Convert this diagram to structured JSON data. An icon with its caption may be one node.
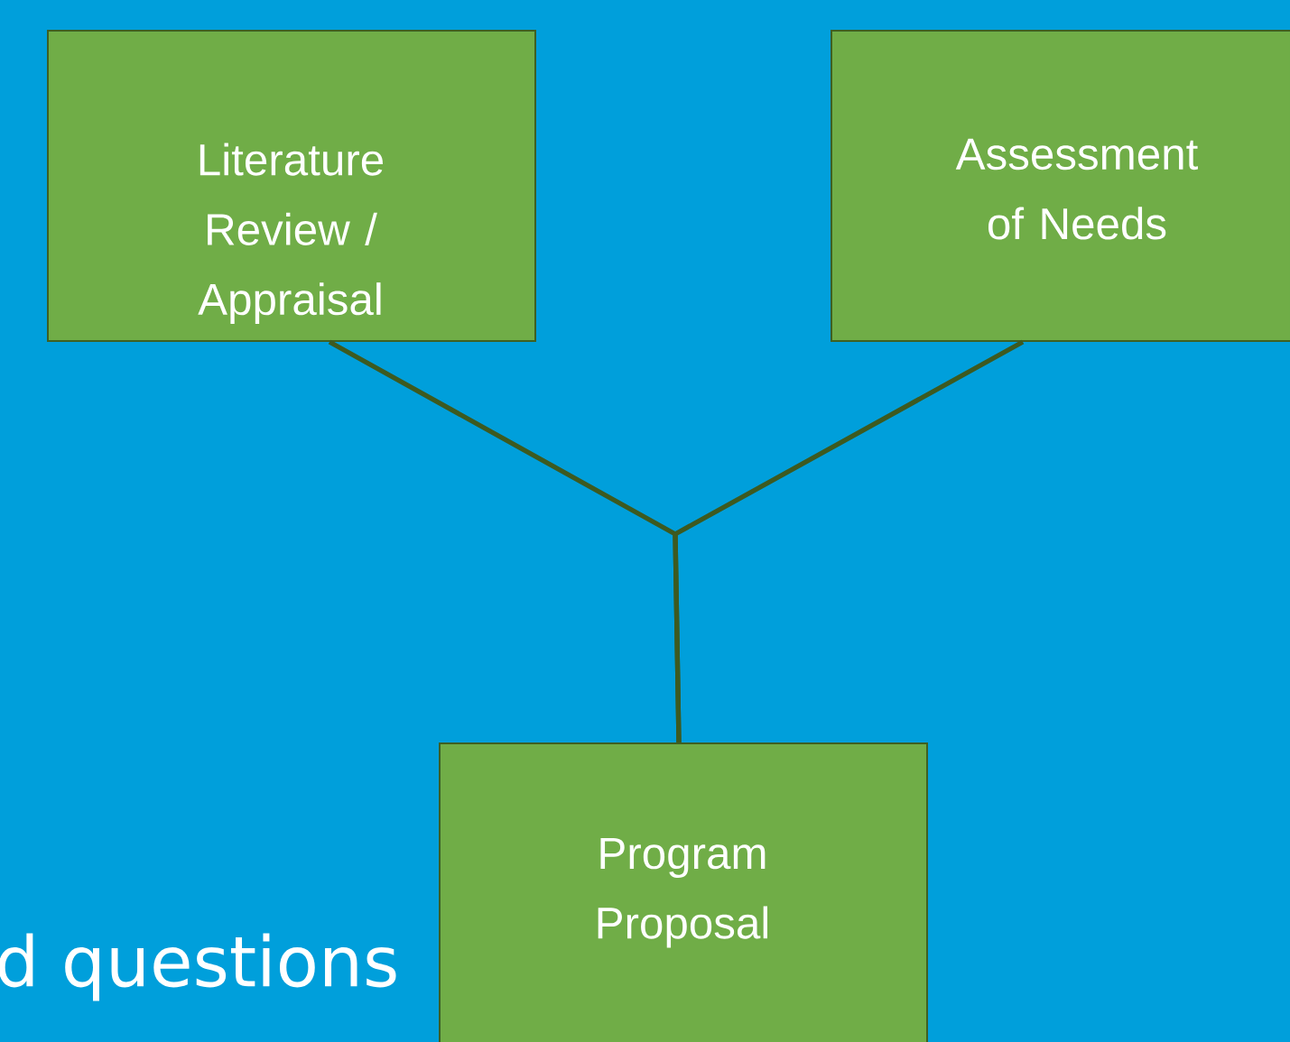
{
  "diagram": {
    "nodes": [
      {
        "text": [
          "Literature Review / Appraisal"
        ]
      },
      {
        "text": [
          "Assessment of Needs"
        ]
      },
      {
        "text": [
          "Program Proposal"
        ]
      }
    ],
    "edges": [
      {
        "from": 0,
        "to": 2,
        "arrow": "none"
      },
      {
        "from": 1,
        "to": 2,
        "arrow": "none"
      }
    ],
    "labels": [
      "d questions"
    ]
  }
}
